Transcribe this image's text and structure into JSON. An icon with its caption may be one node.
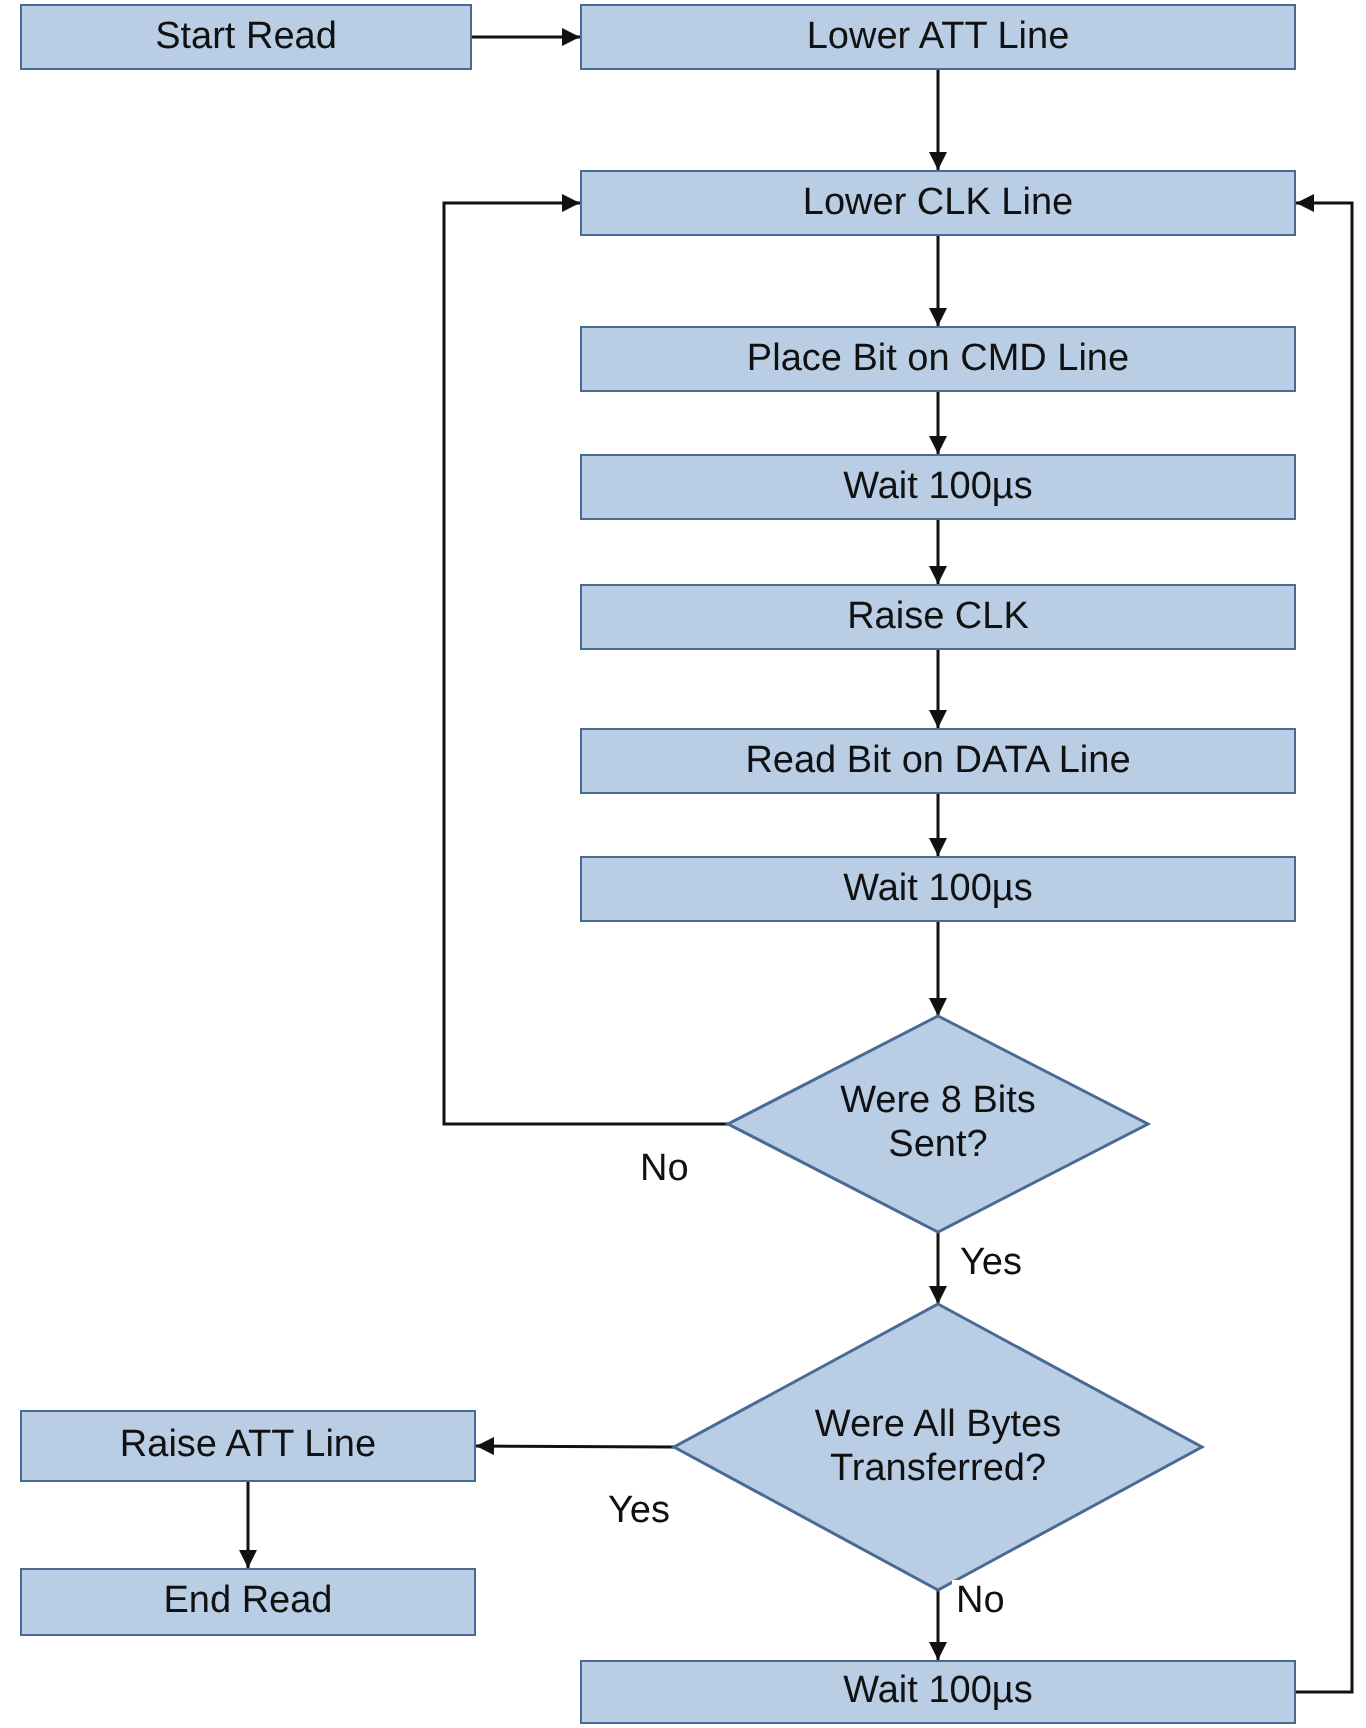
{
  "diagram": {
    "nodes": [
      {
        "text": [
          "Start Read"
        ]
      },
      {
        "text": [
          "Lower ATT Line"
        ]
      },
      {
        "text": [
          "Lower CLK Line"
        ]
      },
      {
        "text": [
          "Place Bit on CMD Line"
        ]
      },
      {
        "text": [
          "Wait 100µs"
        ]
      },
      {
        "text": [
          "Raise CLK"
        ]
      },
      {
        "text": [
          "Read Bit on DATA Line"
        ]
      },
      {
        "text": [
          "Wait 100µs"
        ]
      },
      {
        "text": [
          "Were 8 Bits Sent?"
        ]
      },
      {
        "text": [
          "Were All Bytes Transferred?"
        ]
      },
      {
        "text": [
          "Raise ATT Line"
        ]
      },
      {
        "text": [
          "End Read"
        ]
      },
      {
        "text": [
          "Wait 100µs"
        ]
      }
    ],
    "edges": [
      {
        "from": 0,
        "to": 1,
        "arrow": "to"
      },
      {
        "from": 1,
        "to": 2,
        "arrow": "to"
      },
      {
        "from": 2,
        "to": 3,
        "arrow": "to"
      },
      {
        "from": 3,
        "to": 4,
        "arrow": "to"
      },
      {
        "from": 4,
        "to": 5,
        "arrow": "to"
      },
      {
        "from": 5,
        "to": 6,
        "arrow": "to"
      },
      {
        "from": 6,
        "to": 7,
        "arrow": "to"
      },
      {
        "from": 7,
        "to": 8,
        "arrow": "to"
      },
      {
        "from": 8,
        "to": 2,
        "arrow": "to",
        "label": "No"
      },
      {
        "from": 8,
        "to": 9,
        "arrow": "to",
        "label": "Yes"
      },
      {
        "from": 9,
        "to": 10,
        "arrow": "to",
        "label": "Yes"
      },
      {
        "from": 10,
        "to": 11,
        "arrow": "to"
      },
      {
        "from": 9,
        "to": 12,
        "arrow": "to",
        "label": "No"
      },
      {
        "from": 12,
        "to": 2,
        "arrow": "to"
      }
    ]
  }
}
